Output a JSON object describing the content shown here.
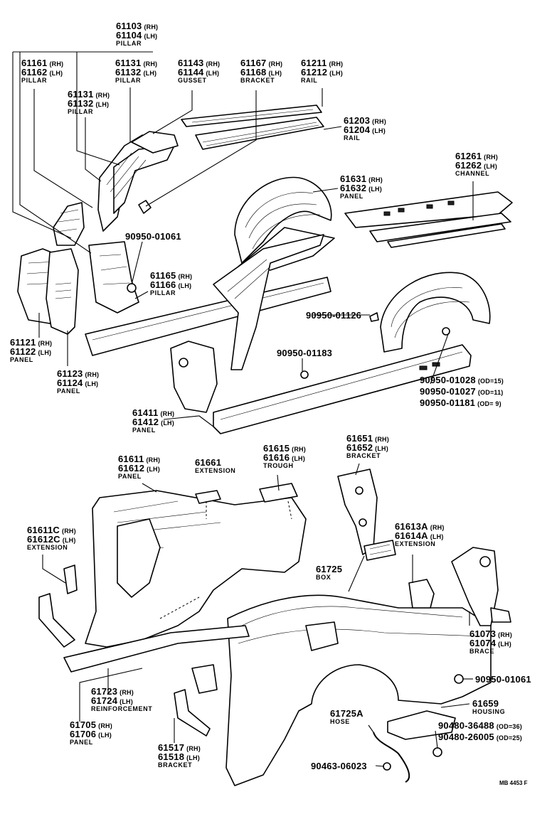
{
  "parts": [
    {
      "id": "p61103",
      "lines": [
        {
          "num": "61103",
          "side": "(RH)"
        },
        {
          "num": "61104",
          "side": "(LH)"
        }
      ],
      "name": "PILLAR"
    },
    {
      "id": "p61161",
      "lines": [
        {
          "num": "61161",
          "side": "(RH)"
        },
        {
          "num": "61162",
          "side": "(LH)"
        }
      ],
      "name": "PILLAR"
    },
    {
      "id": "p61131a",
      "lines": [
        {
          "num": "61131",
          "side": "(RH)"
        },
        {
          "num": "61132",
          "side": "(LH)"
        }
      ],
      "name": "PILLAR"
    },
    {
      "id": "p61143",
      "lines": [
        {
          "num": "61143",
          "side": "(RH)"
        },
        {
          "num": "61144",
          "side": "(LH)"
        }
      ],
      "name": "GUSSET"
    },
    {
      "id": "p61167",
      "lines": [
        {
          "num": "61167",
          "side": "(RH)"
        },
        {
          "num": "61168",
          "side": "(LH)"
        }
      ],
      "name": "BRACKET"
    },
    {
      "id": "p61211",
      "lines": [
        {
          "num": "61211",
          "side": "(RH)"
        },
        {
          "num": "61212",
          "side": "(LH)"
        }
      ],
      "name": "RAIL"
    },
    {
      "id": "p61131b",
      "lines": [
        {
          "num": "61131",
          "side": "(RH)"
        },
        {
          "num": "61132",
          "side": "(LH)"
        }
      ],
      "name": "PILLAR"
    },
    {
      "id": "p61203",
      "lines": [
        {
          "num": "61203",
          "side": "(RH)"
        },
        {
          "num": "61204",
          "side": "(LH)"
        }
      ],
      "name": "RAIL"
    },
    {
      "id": "p61261",
      "lines": [
        {
          "num": "61261",
          "side": "(RH)"
        },
        {
          "num": "61262",
          "side": "(LH)"
        }
      ],
      "name": "CHANNEL"
    },
    {
      "id": "p61631",
      "lines": [
        {
          "num": "61631",
          "side": "(RH)"
        },
        {
          "num": "61632",
          "side": "(LH)"
        }
      ],
      "name": "PANEL"
    },
    {
      "id": "p9095001061a",
      "lines": [
        {
          "num": "90950-01061",
          "side": ""
        }
      ],
      "name": ""
    },
    {
      "id": "p61165",
      "lines": [
        {
          "num": "61165",
          "side": "(RH)"
        },
        {
          "num": "61166",
          "side": "(LH)"
        }
      ],
      "name": "PILLAR"
    },
    {
      "id": "p9095001126",
      "lines": [
        {
          "num": "90950-01126",
          "side": ""
        }
      ],
      "name": ""
    },
    {
      "id": "p61121",
      "lines": [
        {
          "num": "61121",
          "side": "(RH)"
        },
        {
          "num": "61122",
          "side": "(LH)"
        }
      ],
      "name": "PANEL"
    },
    {
      "id": "p9095001183",
      "lines": [
        {
          "num": "90950-01183",
          "side": ""
        }
      ],
      "name": ""
    },
    {
      "id": "p61123",
      "lines": [
        {
          "num": "61123",
          "side": "(RH)"
        },
        {
          "num": "61124",
          "side": "(LH)"
        }
      ],
      "name": "PANEL"
    },
    {
      "id": "p90950grp",
      "lines": [
        {
          "num": "90950-01028",
          "side": "(OD=15)"
        },
        {
          "num": "90950-01027",
          "side": "(OD=11)"
        },
        {
          "num": "90950-01181",
          "side": "(OD=  9)"
        }
      ],
      "name": ""
    },
    {
      "id": "p61411",
      "lines": [
        {
          "num": "61411",
          "side": "(RH)"
        },
        {
          "num": "61412",
          "side": "(LH)"
        }
      ],
      "name": "PANEL"
    },
    {
      "id": "p61651",
      "lines": [
        {
          "num": "61651",
          "side": "(RH)"
        },
        {
          "num": "61652",
          "side": "(LH)"
        }
      ],
      "name": "BRACKET"
    },
    {
      "id": "p61611",
      "lines": [
        {
          "num": "61611",
          "side": "(RH)"
        },
        {
          "num": "61612",
          "side": "(LH)"
        }
      ],
      "name": "PANEL"
    },
    {
      "id": "p61661",
      "lines": [
        {
          "num": "61661",
          "side": ""
        }
      ],
      "name": "EXTENSION"
    },
    {
      "id": "p61615",
      "lines": [
        {
          "num": "61615",
          "side": "(RH)"
        },
        {
          "num": "61616",
          "side": "(LH)"
        }
      ],
      "name": "TROUGH"
    },
    {
      "id": "p61611c",
      "lines": [
        {
          "num": "61611C",
          "side": "(RH)"
        },
        {
          "num": "61612C",
          "side": "(LH)"
        }
      ],
      "name": "EXTENSION"
    },
    {
      "id": "p61613a",
      "lines": [
        {
          "num": "61613A",
          "side": "(RH)"
        },
        {
          "num": "61614A",
          "side": "(LH)"
        }
      ],
      "name": "EXTENSION"
    },
    {
      "id": "p61725",
      "lines": [
        {
          "num": "61725",
          "side": ""
        }
      ],
      "name": "BOX"
    },
    {
      "id": "p61073",
      "lines": [
        {
          "num": "61073",
          "side": "(RH)"
        },
        {
          "num": "61074",
          "side": "(LH)"
        }
      ],
      "name": "BRACE"
    },
    {
      "id": "p9095001061b",
      "lines": [
        {
          "num": "90950-01061",
          "side": ""
        }
      ],
      "name": ""
    },
    {
      "id": "p61723",
      "lines": [
        {
          "num": "61723",
          "side": "(RH)"
        },
        {
          "num": "61724",
          "side": "(LH)"
        }
      ],
      "name": "REINFORCEMENT"
    },
    {
      "id": "p61659",
      "lines": [
        {
          "num": "61659",
          "side": ""
        }
      ],
      "name": "HOUSING"
    },
    {
      "id": "p61705",
      "lines": [
        {
          "num": "61705",
          "side": "(RH)"
        },
        {
          "num": "61706",
          "side": "(LH)"
        }
      ],
      "name": "PANEL"
    },
    {
      "id": "p61725a",
      "lines": [
        {
          "num": "61725A",
          "side": ""
        }
      ],
      "name": "HOSE"
    },
    {
      "id": "p90480grp",
      "lines": [
        {
          "num": "90480-36488",
          "side": "(OD=36)"
        },
        {
          "num": "90480-26005",
          "side": "(OD=25)"
        }
      ],
      "name": ""
    },
    {
      "id": "p61517",
      "lines": [
        {
          "num": "61517",
          "side": "(RH)"
        },
        {
          "num": "61518",
          "side": "(LH)"
        }
      ],
      "name": "BRACKET"
    },
    {
      "id": "p9046306023",
      "lines": [
        {
          "num": "90463-06023",
          "side": ""
        }
      ],
      "name": ""
    }
  ],
  "stamp": "MB 4453 F"
}
